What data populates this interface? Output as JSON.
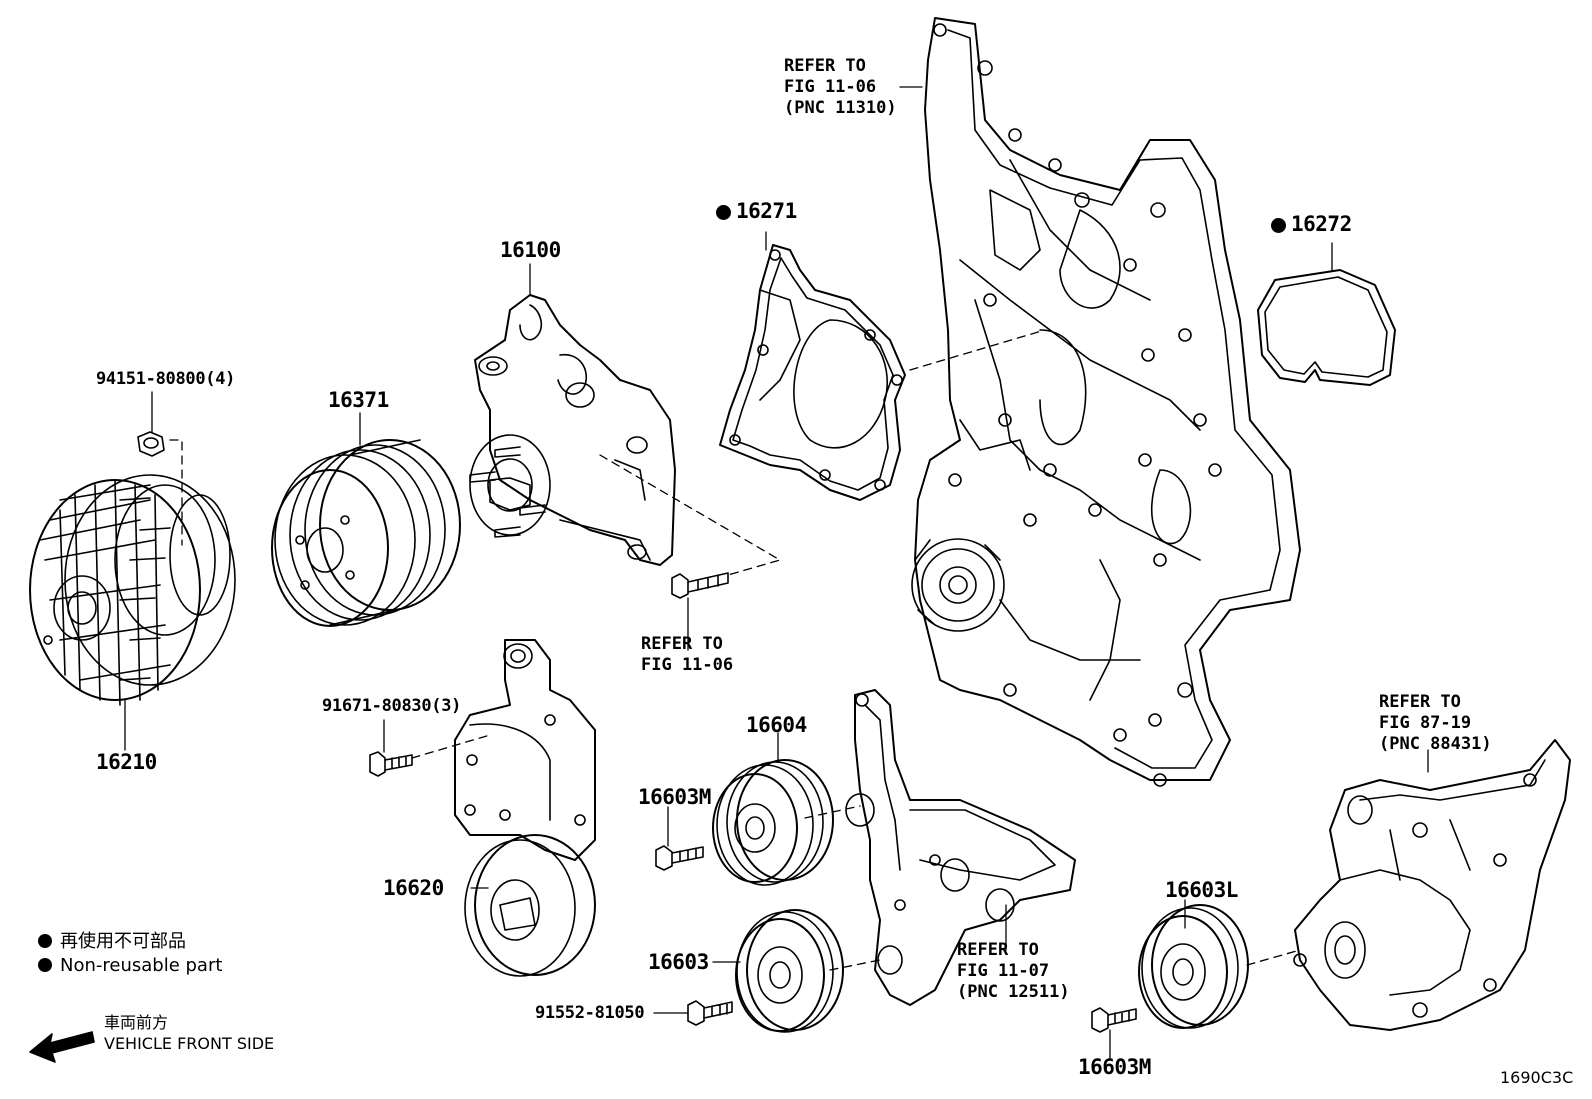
{
  "parts": {
    "p16271": "16271",
    "p16272": "16272",
    "p16100": "16100",
    "p94151": "94151-80800(4)",
    "p16371": "16371",
    "p16210": "16210",
    "p91671": "91671-80830(3)",
    "p16604": "16604",
    "p16603M_a": "16603M",
    "p16620": "16620",
    "p16603": "16603",
    "p91552": "91552-81050",
    "p16603L": "16603L",
    "p16603M_b": "16603M"
  },
  "refs": {
    "r1106_top": [
      "REFER TO",
      "FIG 11-06",
      "(PNC 11310)"
    ],
    "r1106_mid": [
      "REFER TO",
      "FIG 11-06"
    ],
    "r1107": [
      "REFER TO",
      "FIG 11-07",
      "(PNC 12511)"
    ],
    "r8719": [
      "REFER TO",
      "FIG 87-19",
      "(PNC 88431)"
    ]
  },
  "legend": {
    "jp": "再使用不可部品",
    "en": "Non-reusable part",
    "front_jp": "車両前方",
    "front_en": "VEHICLE FRONT SIDE"
  },
  "figure_id": "1690C3C"
}
